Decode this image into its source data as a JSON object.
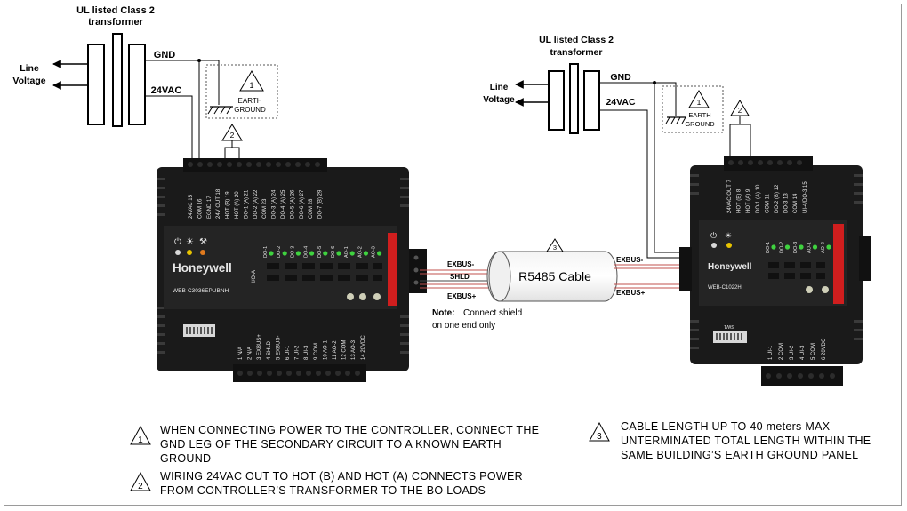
{
  "left_supply": {
    "transformer_label": [
      "UL listed Class 2",
      "transformer"
    ],
    "line_voltage_label": [
      "Line",
      "Voltage"
    ],
    "gnd_label": "GND",
    "vac_label": "24VAC",
    "earth_ground_label": [
      "EARTH",
      "GROUND"
    ],
    "earth_note_number": "1",
    "bo_note_number": "2"
  },
  "right_supply": {
    "transformer_label": [
      "UL listed Class 2",
      "transformer"
    ],
    "line_voltage_label": [
      "Line",
      "Voltage"
    ],
    "gnd_label": "GND",
    "vac_label": "24VAC",
    "earth_ground_label": [
      "EARTH",
      "GROUND"
    ],
    "earth_note_number": "1",
    "bo_note_number": "2"
  },
  "left_controller": {
    "brand": "Honeywell",
    "model": "WEB-C3036EPUBNH",
    "top_terminals": [
      "24VAC 15",
      "COM 16",
      "EGND 17",
      "24V OUT 18",
      "HOT (B) 19",
      "HOT (A) 20",
      "DO-1 (A) 21",
      "DO-2 (A) 22",
      "COM 23",
      "DO-3 (A) 24",
      "DO-4 (A) 25",
      "DO-5 (A) 26",
      "DO-6 (A) 27",
      "COM 28",
      "DO-7 (B) 29"
    ],
    "bottom_terminals": [
      "1 N/A",
      "2 N/A",
      "3 EXBUS+",
      "4 SHLD",
      "5 EXBUS-",
      "6 UI-1",
      "7 UI-2",
      "8 UI-3",
      "9 COM",
      "10 AO-1",
      "11 AO-2",
      "12 COM",
      "13 AO-3",
      "14 20VDC"
    ],
    "led_labels": [
      "DO-1",
      "DO-2",
      "DO-3",
      "DO-4",
      "DO-5",
      "DO-6",
      "AO-1",
      "AO-2",
      "AO-3"
    ],
    "io_label": "I/O-A"
  },
  "right_controller": {
    "brand": "Honeywell",
    "model": "WEB-C1022H",
    "top_terminals": [
      "24VAC OUT 7",
      "HOT (B) 8",
      "HOT (A) 9",
      "DO-1 (A) 10",
      "COM 11",
      "DO-2 (B) 12",
      "DO-3 13",
      "COM 14",
      "UI-4/DO-3 15"
    ],
    "bottom_terminals": [
      "1 UI-1",
      "2 COM",
      "3 UI-2",
      "4 UI-3",
      "5 COM",
      "6 20VDC"
    ],
    "led_labels": [
      "DO-1",
      "DO-2",
      "DO-3",
      "AO-1",
      "AO-2"
    ],
    "dip_label": "SW1"
  },
  "cable": {
    "label": "R5485 Cable",
    "note_number": "3",
    "left_wires": [
      "EXBUS-",
      "SHLD",
      "EXBUS+"
    ],
    "right_wires": [
      "EXBUS-",
      "EXBUS+"
    ],
    "shield_note_bold": "Note:",
    "shield_note_text": "Connect shield",
    "shield_note_line2": "on one end only"
  },
  "notes": [
    {
      "number": "1",
      "lines": [
        "WHEN CONNECTING POWER TO THE CONTROLLER, CONNECT THE",
        "GND LEG OF THE SECONDARY CIRCUIT TO A KNOWN EARTH GROUND"
      ]
    },
    {
      "number": "2",
      "lines": [
        "WIRING 24VAC OUT TO HOT (B) AND HOT (A) CONNECTS POWER",
        "FROM CONTROLLER’S TRANSFORMER TO THE BO LOADS"
      ]
    },
    {
      "number": "3",
      "lines": [
        "CABLE LENGTH UP TO 40 meters MAX",
        "UNTERMINATED TOTAL LENGTH WITHIN THE",
        "SAME BUILDING’S EARTH GROUND PANEL"
      ]
    }
  ]
}
